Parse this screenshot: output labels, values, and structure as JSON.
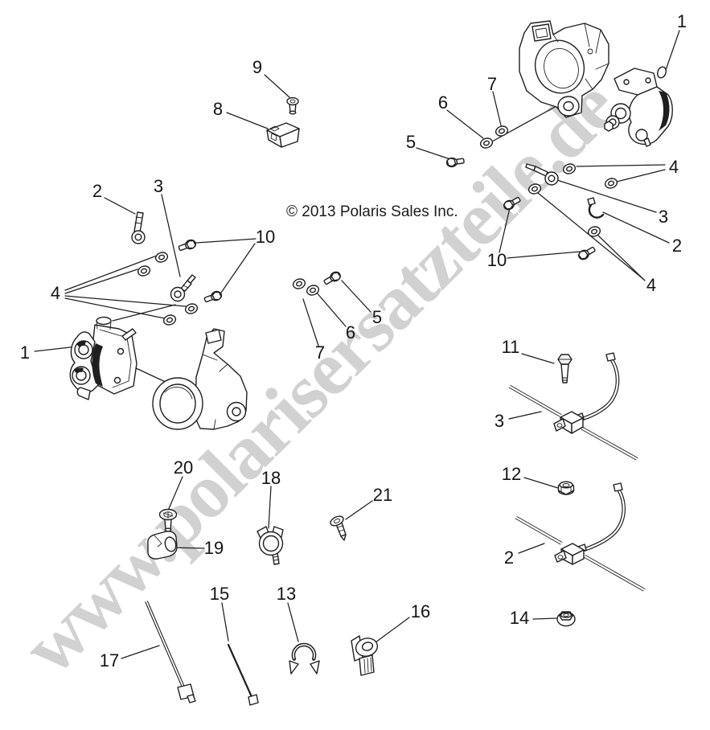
{
  "copyright": "© 2013 Polaris Sales Inc.",
  "watermark": "www.polarisersatzteile.de",
  "colors": {
    "line": "#1f1f1f",
    "label": "#141414",
    "watermark": "#cfcfcf",
    "background": "#ffffff"
  },
  "labels": [
    {
      "text": "9"
    },
    {
      "text": "8"
    },
    {
      "text": "1"
    },
    {
      "text": "7"
    },
    {
      "text": "6"
    },
    {
      "text": "5"
    },
    {
      "text": "4"
    },
    {
      "text": "3"
    },
    {
      "text": "2"
    },
    {
      "text": "10"
    },
    {
      "text": "4"
    },
    {
      "text": "2"
    },
    {
      "text": "3"
    },
    {
      "text": "10"
    },
    {
      "text": "4"
    },
    {
      "text": "1"
    },
    {
      "text": "5"
    },
    {
      "text": "6"
    },
    {
      "text": "7"
    },
    {
      "text": "11"
    },
    {
      "text": "3"
    },
    {
      "text": "12"
    },
    {
      "text": "2"
    },
    {
      "text": "14"
    },
    {
      "text": "20"
    },
    {
      "text": "18"
    },
    {
      "text": "19"
    },
    {
      "text": "21"
    },
    {
      "text": "15"
    },
    {
      "text": "13"
    },
    {
      "text": "16"
    },
    {
      "text": "17"
    }
  ]
}
